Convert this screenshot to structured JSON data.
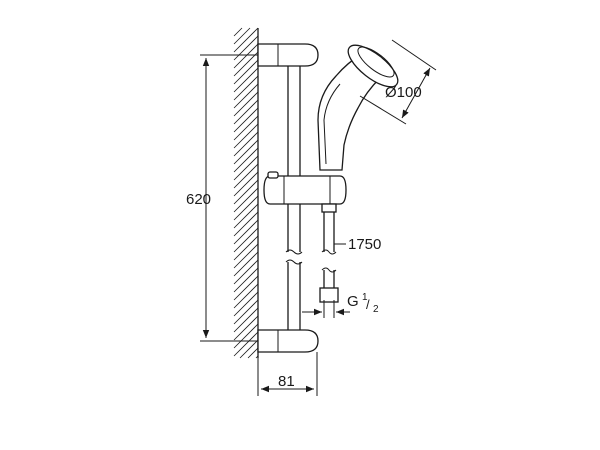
{
  "dimensions": {
    "height": "620",
    "head_diameter": "Ø100",
    "hose_length": "1750",
    "thread": "G",
    "thread_num": "1",
    "thread_den": "2",
    "wall_offset": "81"
  }
}
